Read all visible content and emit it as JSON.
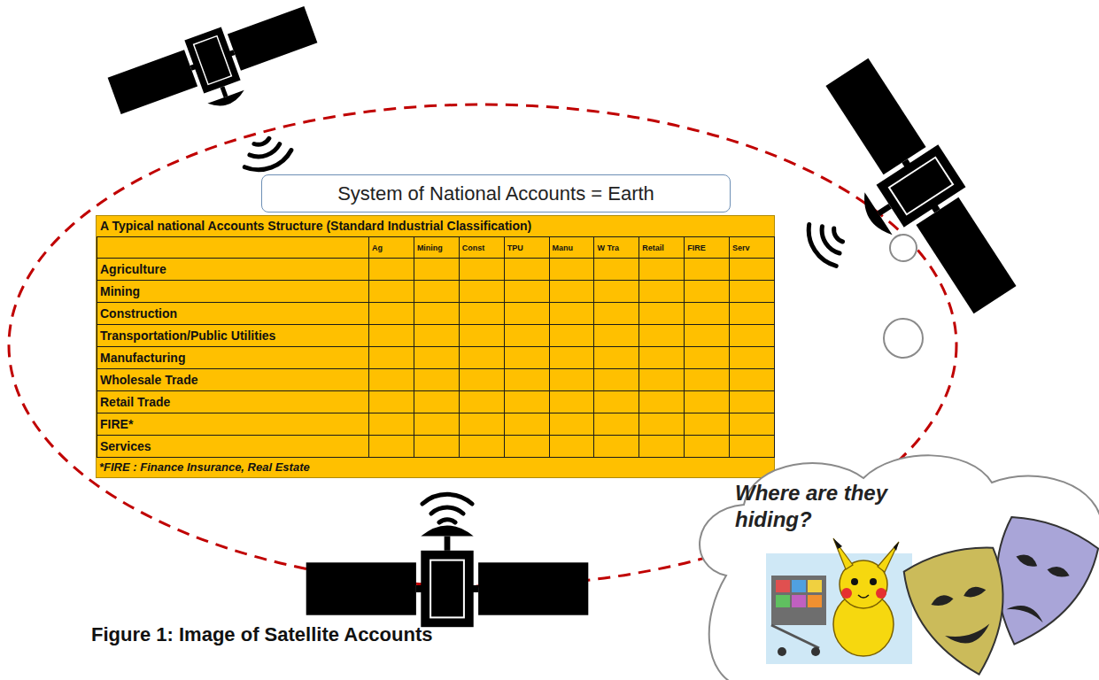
{
  "diagram": {
    "caption": "Figure 1: Image of Satellite Accounts",
    "nodes": [
      {
        "text": [
          "System of National Accounts = Earth"
        ]
      },
      {
        "text": [
          "A Typical national Accounts Structure (Standard Industrial Classification)"
        ]
      },
      {
        "text": [
          "Where are they hiding?"
        ]
      }
    ],
    "labels": [
      "Ag",
      "Mining",
      "Const",
      "TPU",
      "Manu",
      "W Tra",
      "Retail",
      "FIRE",
      "Serv",
      "Agriculture",
      "Mining",
      "Construction",
      "Transportation/Public Utilities",
      "Manufacturing",
      "Wholesale Trade",
      "Retail Trade",
      "FIRE*",
      "Services",
      "*FIRE : Finance Insurance, Real Estate"
    ]
  }
}
